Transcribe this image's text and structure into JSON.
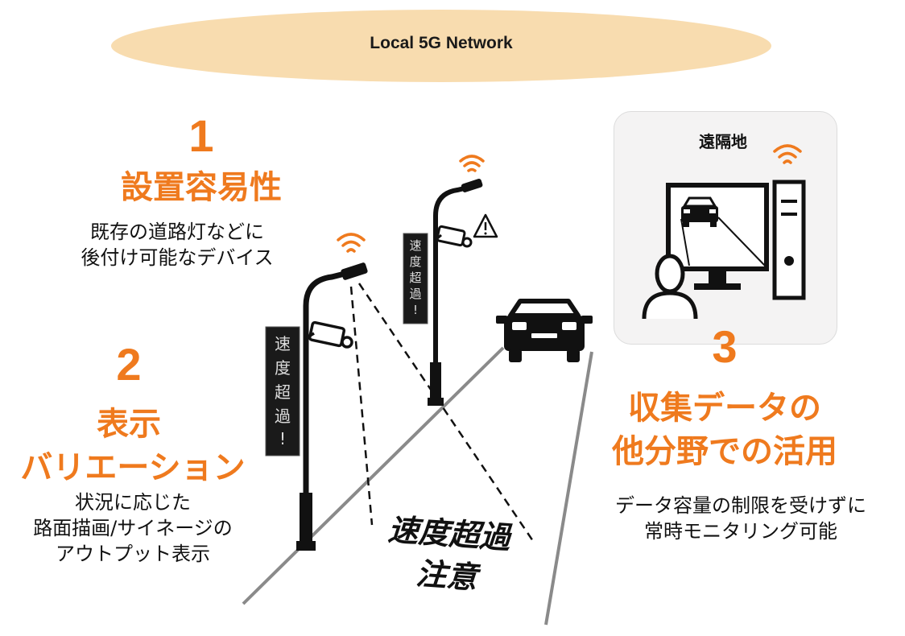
{
  "network": {
    "label": "Local 5G Network"
  },
  "feature1": {
    "number": "1",
    "title": "設置容易性",
    "lines": [
      "既存の道路灯などに",
      "後付け可能なデバイス"
    ]
  },
  "feature2": {
    "number": "2",
    "title_line1": "表示",
    "title_line2": "バリエーション",
    "lines": [
      "状況に応じた",
      "路面描画/サイネージの",
      "アウトプット表示"
    ]
  },
  "feature3": {
    "number": "3",
    "title_line1": "収集データの",
    "title_line2": "他分野での活用",
    "lines": [
      "データ容量の制限を受けずに",
      "常時モニタリング可能"
    ]
  },
  "remote": {
    "label": "遠隔地"
  },
  "sign": {
    "text": "速度超過!"
  },
  "road_text": {
    "line1": "速度超過",
    "line2": "注意"
  },
  "colors": {
    "accent": "#ef7a1e",
    "ellipse": "#f8dcaf",
    "ink": "#1a1a1a"
  },
  "icons": [
    "wifi-icon",
    "warning-icon",
    "camera-icon",
    "car-icon",
    "computer-icon",
    "person-icon",
    "street-lamp-icon"
  ]
}
